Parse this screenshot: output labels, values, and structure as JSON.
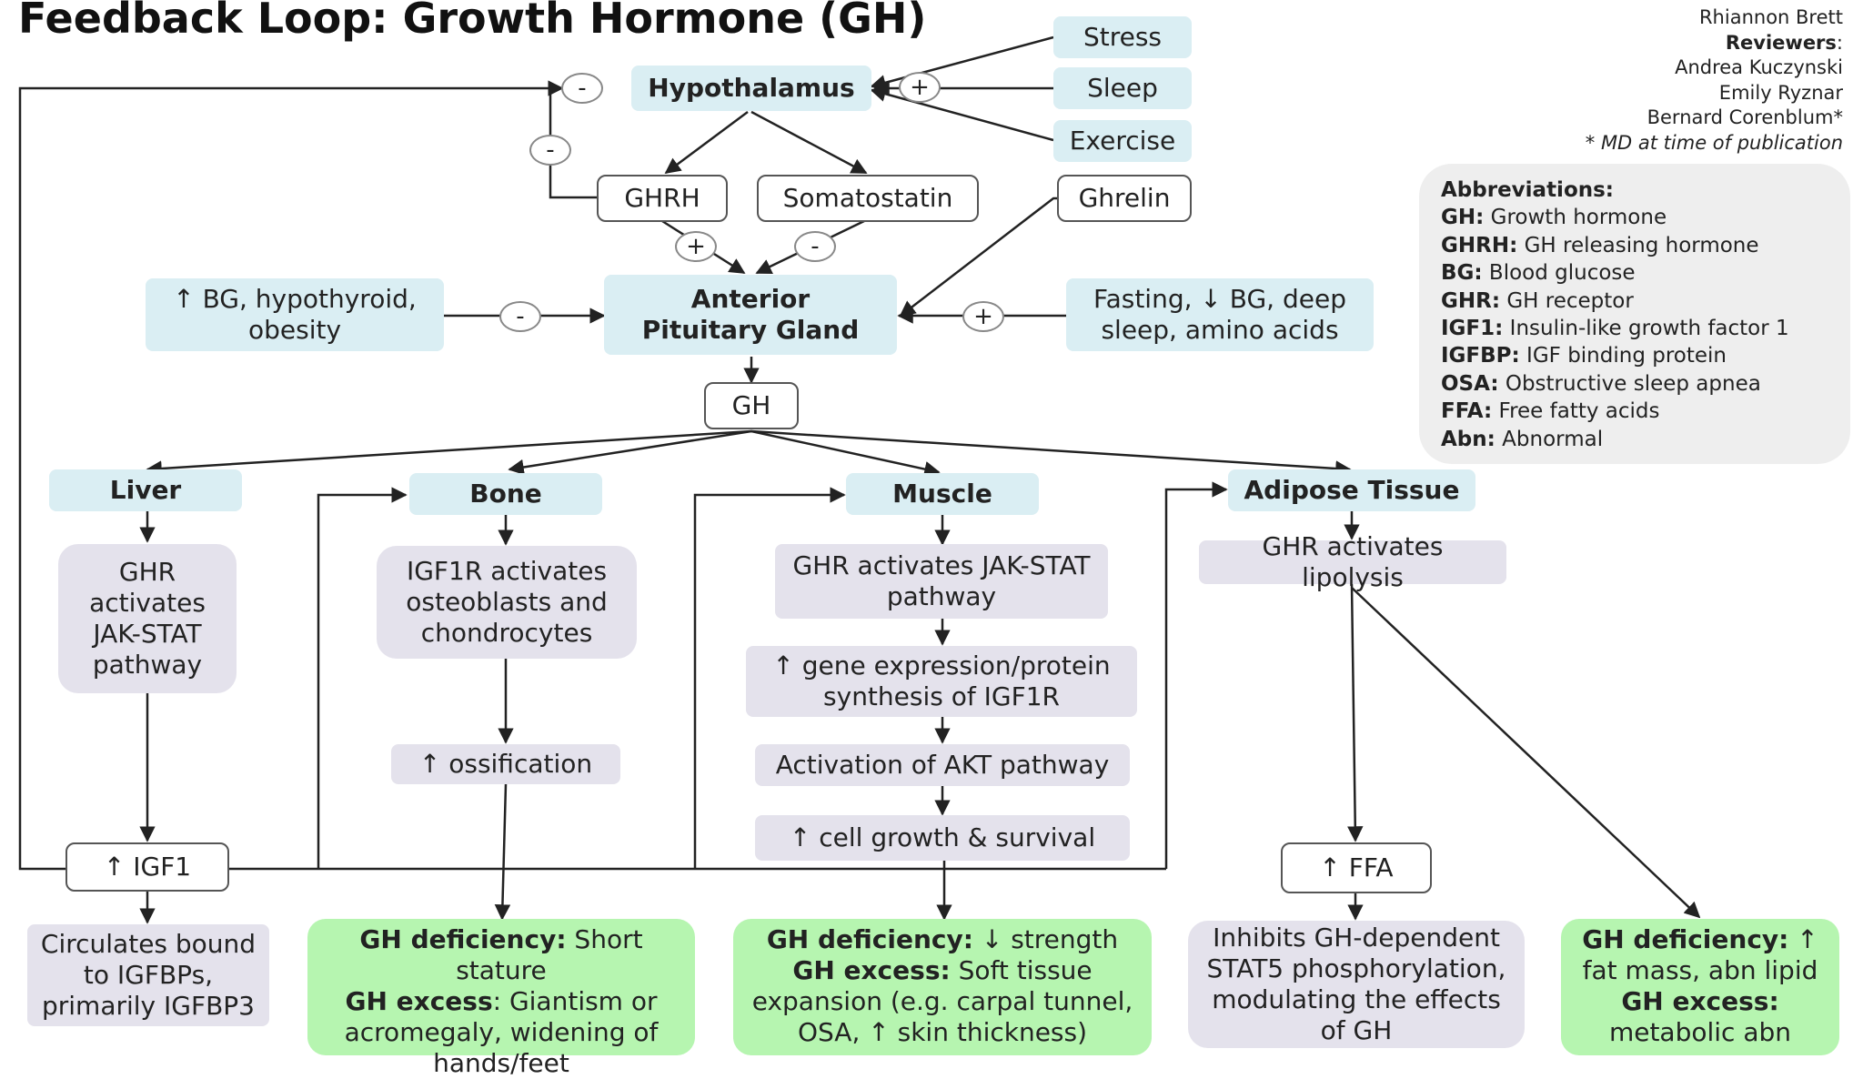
{
  "header": {
    "title": "Feedback Loop: Growth Hormone (GH)",
    "author_name": "Rhiannon Brett",
    "reviewers_label": "Reviewers",
    "reviewer_1": "Andrea Kuczynski",
    "reviewer_2": "Emily Ryznar",
    "reviewer_3": "Bernard Corenblum*",
    "footnote": "* MD at time of publication"
  },
  "nodes": {
    "hypothalamus": "Hypothalamus",
    "stress": "Stress",
    "sleep": "Sleep",
    "exercise": "Exercise",
    "ghrh": "GHRH",
    "somatostatin": "Somatostatin",
    "ghrelin": "Ghrelin",
    "anterior_pituitary": "Anterior Pituitary Gland",
    "inhibitors": "↑ BG, hypothyroid, obesity",
    "stimulators": "Fasting, ↓ BG, deep sleep, amino acids",
    "gh": "GH",
    "liver": "Liver",
    "bone": "Bone",
    "muscle": "Muscle",
    "adipose": "Adipose Tissue",
    "liver_ghr": "GHR activates JAK-STAT pathway",
    "bone_igf1r": "IGF1R activates osteoblasts and chondrocytes",
    "ossification": "↑  ossification",
    "muscle_ghr": "GHR activates JAK-STAT pathway",
    "muscle_gene": "↑ gene expression/protein synthesis of IGF1R",
    "muscle_akt": "Activation of AKT pathway",
    "muscle_growth": "↑ cell growth & survival",
    "adipose_ghr": "GHR activates lipolysis",
    "igf1": "↑  IGF1",
    "ffa": "↑  FFA",
    "circulates": "Circulates bound to IGFBPs, primarily IGFBP3",
    "ffa_effect": "Inhibits GH-dependent STAT5 phosphorylation, modulating the effects of GH"
  },
  "outcomes": {
    "bone": {
      "def_label": "GH deficiency:",
      "def_text": " Short stature",
      "exc_label": "GH excess",
      "exc_text": ": Giantism or acromegaly, widening of hands/feet"
    },
    "muscle": {
      "def_label": "GH deficiency:",
      "def_text": " ↓ strength",
      "exc_label": "GH excess:",
      "exc_text": " Soft tissue expansion (e.g. carpal tunnel, OSA, ↑ skin thickness)"
    },
    "adipose": {
      "def_label": "GH deficiency:",
      "def_text": " ↑ fat mass, abn lipid",
      "exc_label": "GH excess:",
      "exc_text": " metabolic abn"
    }
  },
  "signs": {
    "plus": "+",
    "minus": "-"
  },
  "abbreviations": {
    "heading": "Abbreviations:",
    "items": [
      {
        "term": "GH:",
        "def": " Growth hormone"
      },
      {
        "term": "GHRH:",
        "def": " GH releasing hormone"
      },
      {
        "term": "BG:",
        "def": " Blood glucose"
      },
      {
        "term": "GHR:",
        "def": " GH receptor"
      },
      {
        "term": "IGF1:",
        "def": " Insulin-like growth factor 1"
      },
      {
        "term": "IGFBP:",
        "def": " IGF binding protein"
      },
      {
        "term": "OSA:",
        "def": " Obstructive sleep apnea"
      },
      {
        "term": "FFA:",
        "def": " Free fatty acids"
      },
      {
        "term": "Abn:",
        "def": " Abnormal"
      }
    ]
  },
  "colors": {
    "blue_box": "#daeef3",
    "grey_box": "#e4e2ec",
    "green_box": "#b6f5b0",
    "line": "#222222"
  }
}
